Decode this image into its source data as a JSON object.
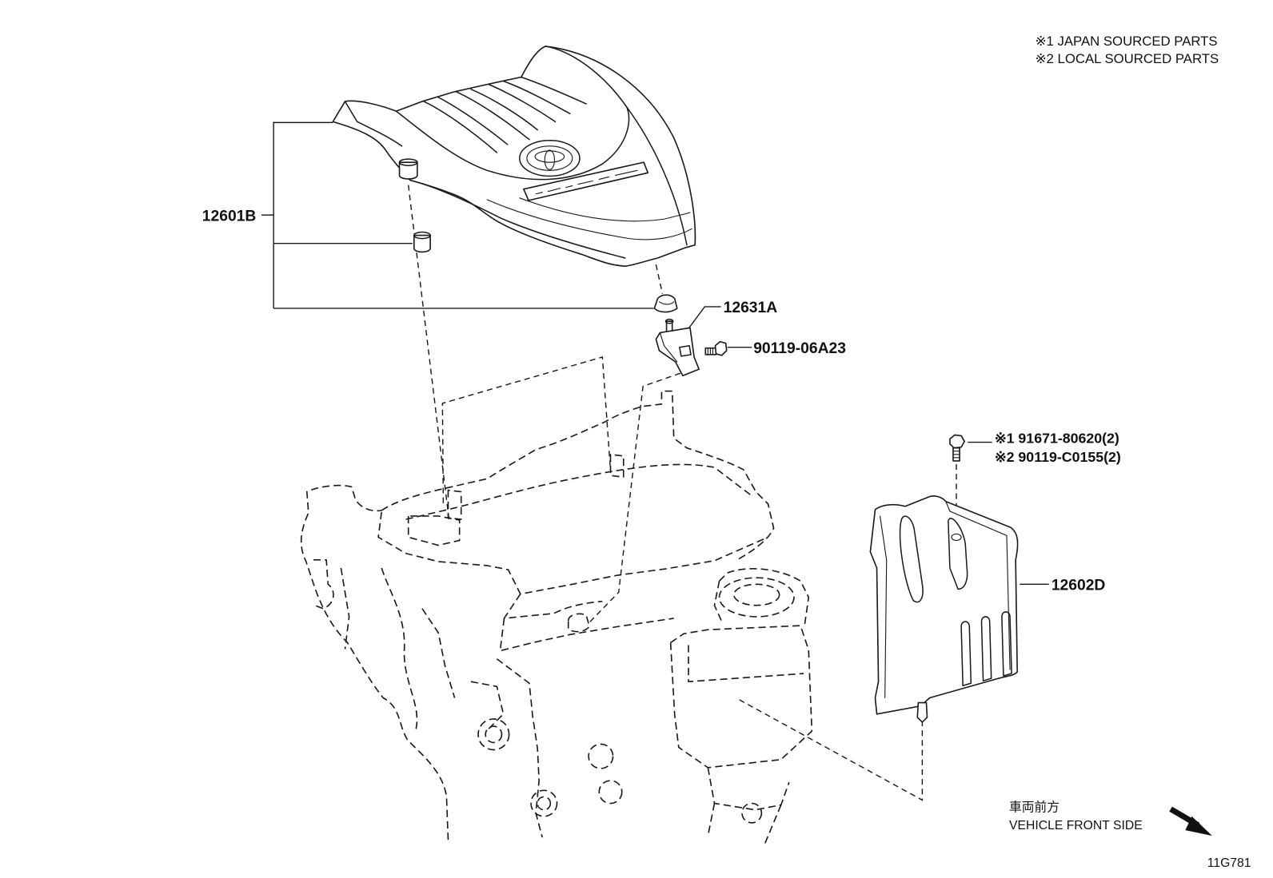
{
  "notes": {
    "japan_sourced": "※1 JAPAN SOURCED PARTS",
    "local_sourced": "※2 LOCAL SOURCED PARTS"
  },
  "callouts": {
    "engine_cover": "12601B",
    "cover_bracket": "12631A",
    "bracket_bolt": "90119-06A23",
    "side_cover_bolt_japan": "※1 91671-80620(2)",
    "side_cover_bolt_local": "※2 90119-C0155(2)",
    "side_cover": "12602D"
  },
  "direction": {
    "label_jp": "車両前方",
    "label_en": "VEHICLE FRONT SIDE"
  },
  "figure_id": "11G781"
}
